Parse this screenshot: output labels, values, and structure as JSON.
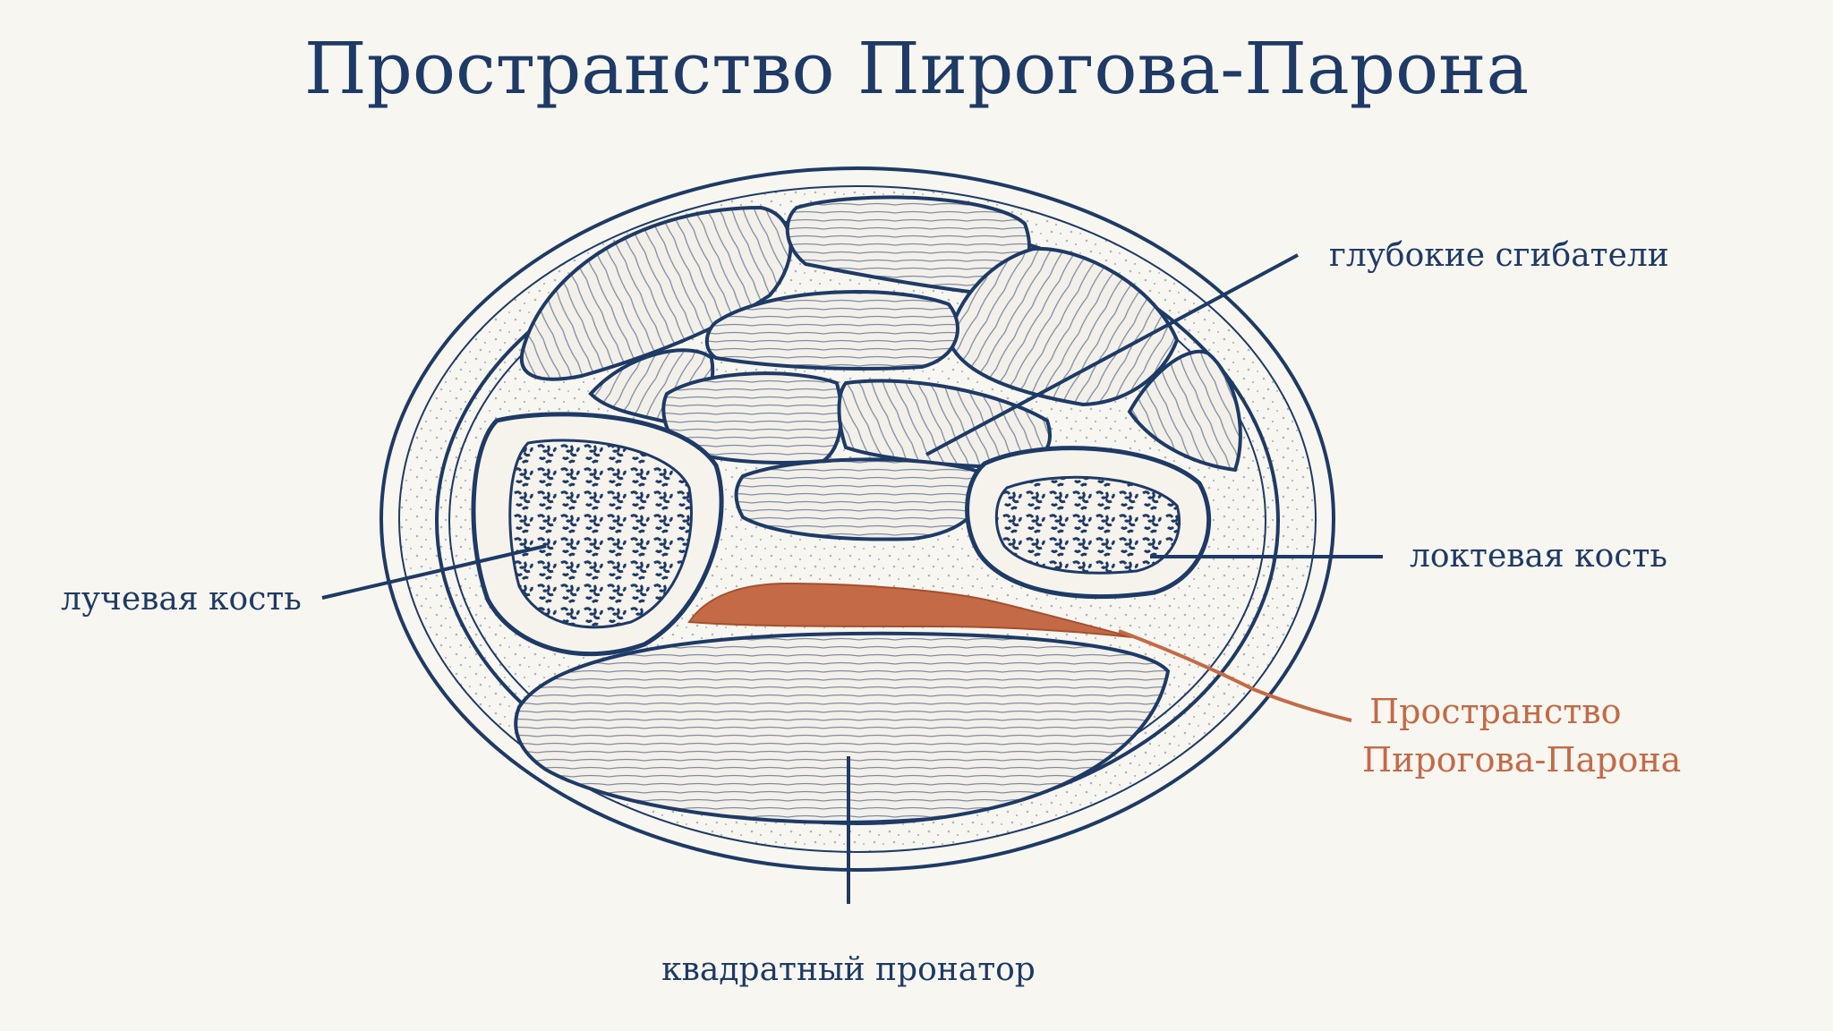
{
  "title": "Пространство Пирогова-Парона",
  "labels": {
    "deep_flexors": "глубокие сгибатели",
    "ulna": "локтевая кость",
    "radius": "лучевая кость",
    "space_line1": "Пространство",
    "space_line2": "Пирогова-Парона",
    "pronator": "квадратный пронатор"
  },
  "colors": {
    "ink": "#1e3a66",
    "accent": "#c46a46",
    "background": "#f8f6f0"
  }
}
